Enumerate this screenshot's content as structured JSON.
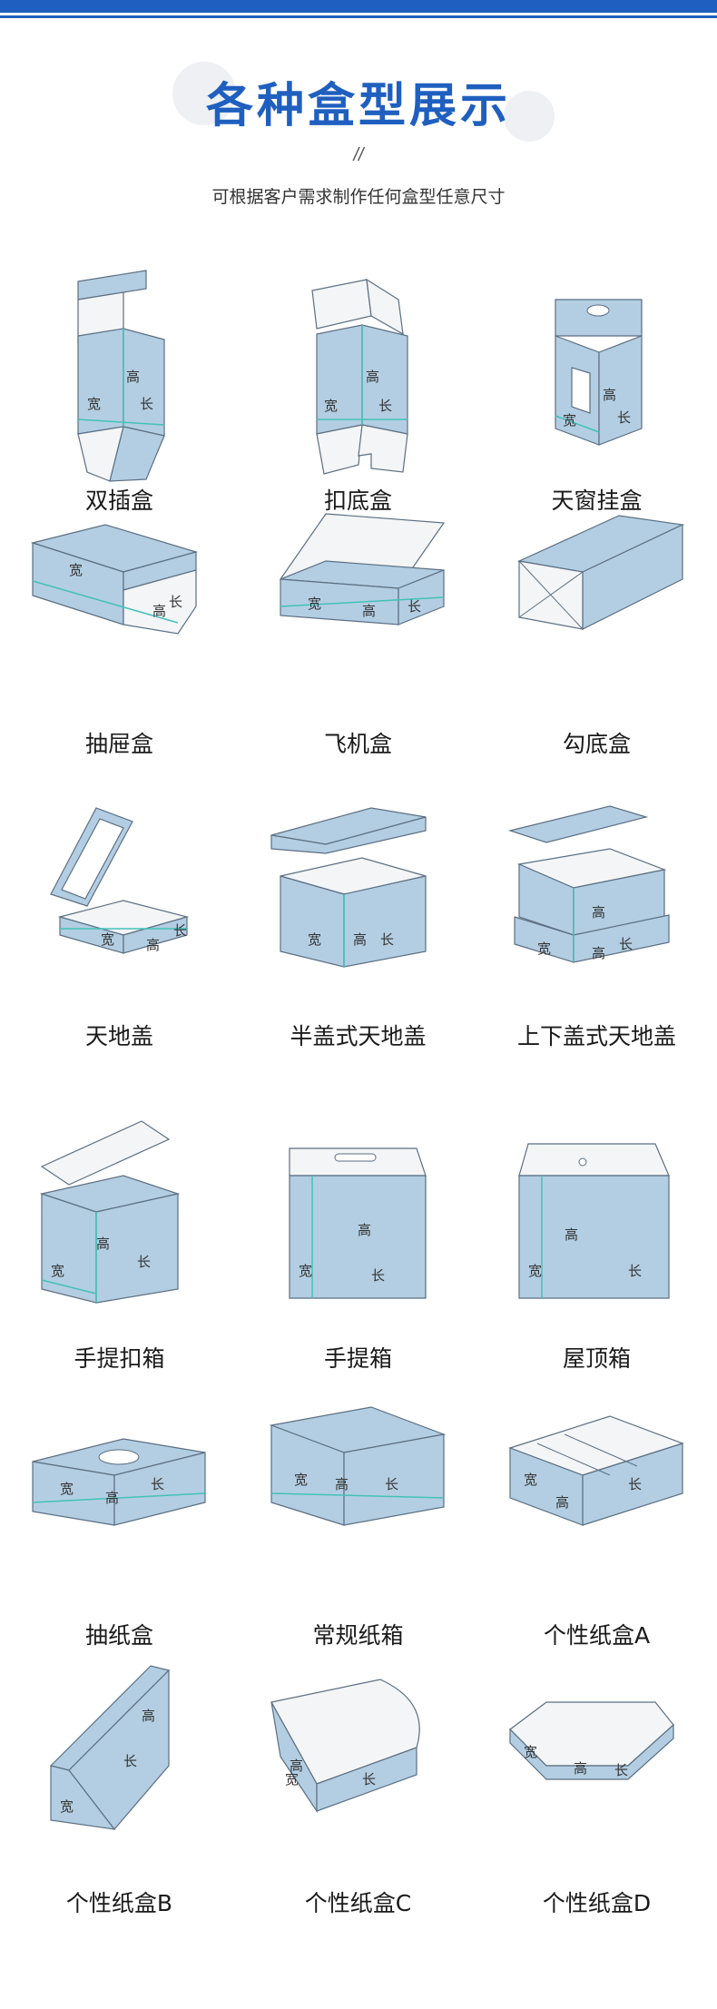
{
  "header": {
    "title": "各种盒型展示",
    "divider": "//",
    "subtitle": "可根据客户需求制作任何盒型任意尺寸"
  },
  "dimension_labels": {
    "width": "宽",
    "height": "高",
    "length": "长"
  },
  "colors": {
    "brand": "#1f5fbf",
    "box_fill": "#b3cee2",
    "box_stroke": "#5c6f82",
    "accent_line": "#44c0b8"
  },
  "boxes": [
    {
      "label": "双插盒",
      "icon": "tuck-end-box-icon"
    },
    {
      "label": "扣底盒",
      "icon": "lock-bottom-box-icon"
    },
    {
      "label": "天窗挂盒",
      "icon": "window-hanger-box-icon"
    },
    {
      "label": "抽屉盒",
      "icon": "drawer-box-icon"
    },
    {
      "label": "飞机盒",
      "icon": "mailer-box-icon"
    },
    {
      "label": "勾底盒",
      "icon": "hook-bottom-box-icon"
    },
    {
      "label": "天地盖",
      "icon": "lid-base-box-icon"
    },
    {
      "label": "半盖式天地盖",
      "icon": "half-lid-box-icon"
    },
    {
      "label": "上下盖式天地盖",
      "icon": "top-bottom-lid-box-icon"
    },
    {
      "label": "手提扣箱",
      "icon": "handle-lock-box-icon"
    },
    {
      "label": "手提箱",
      "icon": "handle-carton-icon"
    },
    {
      "label": "屋顶箱",
      "icon": "gable-roof-box-icon"
    },
    {
      "label": "抽纸盒",
      "icon": "tissue-box-icon"
    },
    {
      "label": "常规纸箱",
      "icon": "regular-carton-icon"
    },
    {
      "label": "个性纸盒A",
      "icon": "custom-box-a-icon"
    },
    {
      "label": "个性纸盒B",
      "icon": "custom-box-b-icon"
    },
    {
      "label": "个性纸盒C",
      "icon": "custom-box-c-icon"
    },
    {
      "label": "个性纸盒D",
      "icon": "custom-box-d-icon"
    }
  ]
}
